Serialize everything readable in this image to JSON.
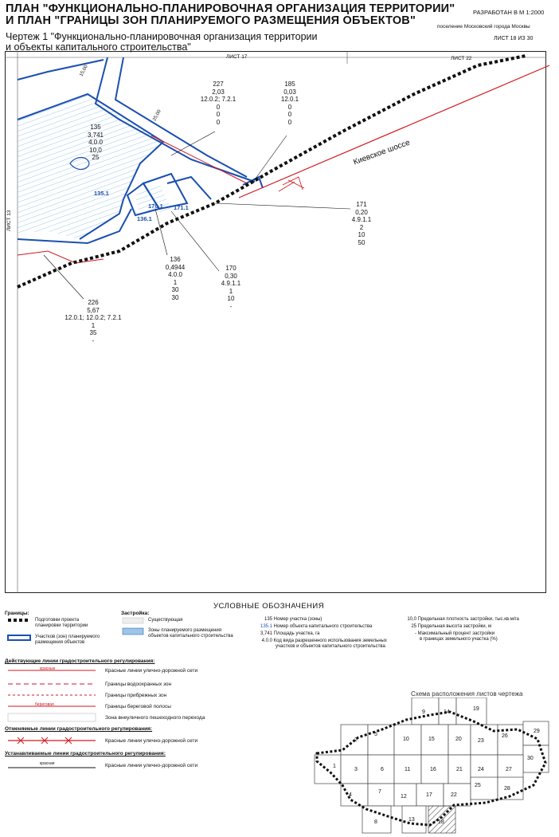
{
  "header": {
    "title_line1": "ПЛАН \"ФУНКЦИОНАЛЬНО-ПЛАНИРОВОЧНАЯ ОРГАНИЗАЦИЯ ТЕРРИТОРИИ\"",
    "title_line2": "И ПЛАН \"ГРАНИЦЫ ЗОН ПЛАНИРУЕМОГО РАЗМЕЩЕНИЯ ОБЪЕКТОВ\"",
    "subtitle_line1": "Чертеж 1 \"Функционально-планировочная организация территории",
    "subtitle_line2": "и объекты капитального строительства\"",
    "scale": "РАЗРАБОТАН В М 1:2000",
    "settlement": "поселение Московский города Москвы",
    "sheet": "ЛИСТ 18 ИЗ 30"
  },
  "map": {
    "sheet_top_left": "ЛИСТ 17",
    "sheet_top_right": "ЛИСТ 22",
    "sheet_left": "ЛИСТ 13",
    "road_name": "Киевское шоссе",
    "dim_15": "15,00",
    "dim_25": "25,00",
    "zone_135_1": "135.1",
    "zone_136_1": "136.1",
    "zone_170_1": "170.1",
    "zone_171_1": "171.1",
    "plots": [
      {
        "lines": [
          "227",
          "2,03",
          "12.0.2; 7.2.1",
          "0",
          "0",
          "0"
        ]
      },
      {
        "lines": [
          "185",
          "0,03",
          "12.0.1",
          "0",
          "0",
          "0"
        ]
      },
      {
        "lines": [
          "135",
          "3,741",
          "4.0.0",
          "10,0",
          "25"
        ]
      },
      {
        "lines": [
          "171",
          "0,20",
          "4.9.1.1",
          "2",
          "10",
          "50"
        ]
      },
      {
        "lines": [
          "136",
          "0,4944",
          "4.0.0",
          "1",
          "30",
          "30"
        ]
      },
      {
        "lines": [
          "170",
          "0,30",
          "4.9.1.1",
          "1",
          "10",
          "-"
        ]
      },
      {
        "lines": [
          "226",
          "5,67",
          "12.0.1; 12.0.2; 7.2.1",
          "1",
          "35",
          "-"
        ]
      }
    ]
  },
  "legend": {
    "title": "УСЛОВНЫЕ ОБОЗНАЧЕНИЯ",
    "borders_head": "Границы:",
    "border_project_1": "Подготовки проекта",
    "border_project_2": "планировки территории",
    "border_zone_1": "Участков (зон) планируемого",
    "border_zone_2": "размещения объектов",
    "build_head": "Застройка:",
    "build_existing": "Существующая",
    "build_planned_1": "Зоны планируемого размещения",
    "build_planned_2": "объектов капитального строительства",
    "num_plot_code": "135",
    "num_plot": "Номер участка (зоны)",
    "num_object_code": "135.1",
    "num_object": "Номер объекта капитального строительства",
    "area_code": "3,741",
    "area": "Площадь участка, га",
    "use_code": "4.0.0",
    "use_1": "Код вида разрешенного использования земельных",
    "use_2": "участков и объектов капитального строительства",
    "density_code": "10,0",
    "density": "Предельная плотность застройки, тыс.кв.м/га",
    "height_code": "25",
    "height": "Предельная высота застройки, м",
    "percent_code": "-",
    "percent_1": "Максимальный процент застройки",
    "percent_2": "в границах земельного участка (%)",
    "acting_head": "Действующие линии градостроительного регулирования:",
    "red_tag": "красные",
    "red_lines": "Красные линии улично-дорожной сети",
    "water_lines": "Границы водоохранных зон",
    "coastal_lines": "Границы прибрежных зон",
    "shore_tag": "береговая",
    "shore_lines": "Границы береговой полосы",
    "crossing": "Зона внеуличного пешеходного перехода",
    "cancel_head": "Отменяемые линии градостроительного регулирования:",
    "cancel_red": "Красные линии улично-дорожной сети",
    "set_head": "Устанавливаемые линии градостроительного регулирования:",
    "set_tag": "красная",
    "set_red": "Красные линии улично-дорожной сети"
  },
  "scheme": {
    "title": "Схема расположения листов чертежа",
    "numbers": [
      "1",
      "2",
      "3",
      "4",
      "5",
      "6",
      "7",
      "8",
      "9",
      "10",
      "11",
      "12",
      "13",
      "14",
      "15",
      "16",
      "17",
      "18",
      "19",
      "20",
      "21",
      "22",
      "23",
      "24",
      "25",
      "26",
      "27",
      "28",
      "29",
      "30"
    ]
  },
  "colors": {
    "zone_blue": "#1a4fb0",
    "red_line": "#d01820",
    "hatch_blue": "#9cc6e8",
    "boundary": "#111111"
  }
}
